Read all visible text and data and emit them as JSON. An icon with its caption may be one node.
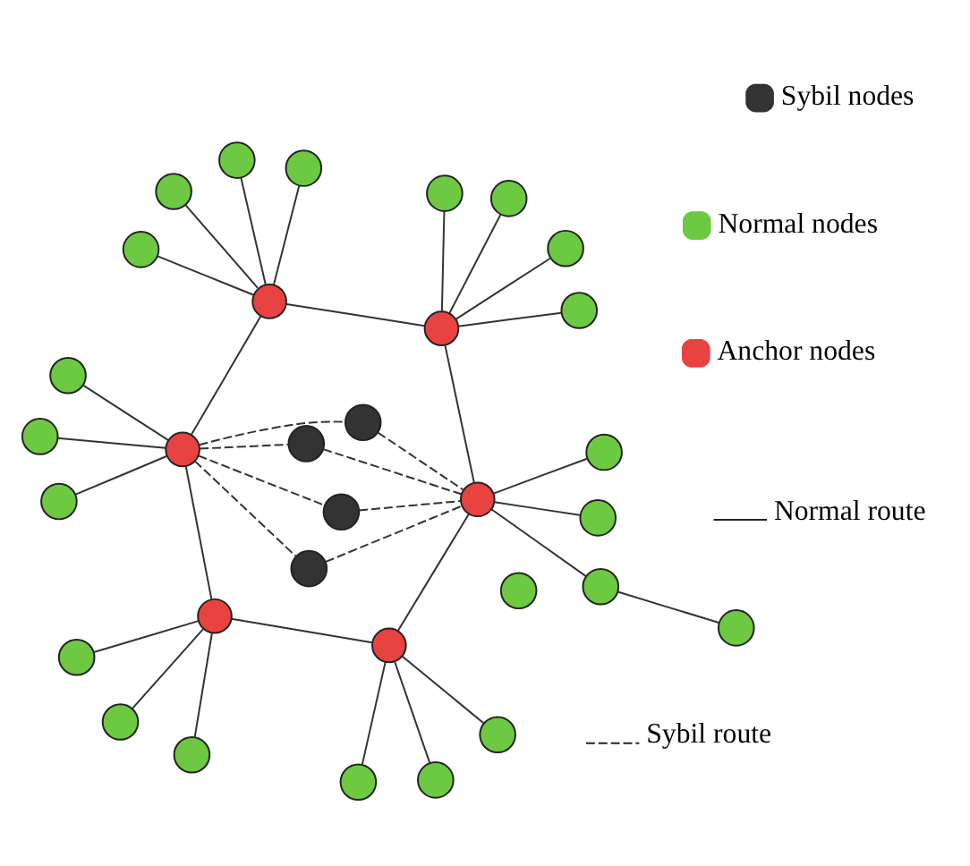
{
  "diagram": {
    "nodes": [
      {
        "text": [],
        "shape": "circle"
      },
      {
        "text": [],
        "shape": "circle"
      },
      {
        "text": [],
        "shape": "circle"
      },
      {
        "text": [],
        "shape": "circle"
      },
      {
        "text": [],
        "shape": "circle"
      },
      {
        "text": [],
        "shape": "circle"
      },
      {
        "text": [],
        "shape": "circle"
      },
      {
        "text": [],
        "shape": "circle"
      },
      {
        "text": [],
        "shape": "circle"
      },
      {
        "text": [],
        "shape": "circle"
      },
      {
        "text": [],
        "shape": "circle"
      },
      {
        "text": [],
        "shape": "circle"
      },
      {
        "text": [],
        "shape": "circle"
      },
      {
        "text": [],
        "shape": "circle"
      },
      {
        "text": [],
        "shape": "circle"
      },
      {
        "text": [],
        "shape": "circle"
      },
      {
        "text": [],
        "shape": "circle"
      },
      {
        "text": [],
        "shape": "circle"
      },
      {
        "text": [],
        "shape": "circle"
      },
      {
        "text": [],
        "shape": "circle"
      },
      {
        "text": [],
        "shape": "circle"
      },
      {
        "text": [],
        "shape": "circle"
      },
      {
        "text": [],
        "shape": "circle"
      },
      {
        "text": [],
        "shape": "circle"
      },
      {
        "text": [],
        "shape": "circle"
      },
      {
        "text": [],
        "shape": "circle"
      },
      {
        "text": [],
        "shape": "circle"
      },
      {
        "text": [],
        "shape": "circle"
      },
      {
        "text": [],
        "shape": "circle"
      },
      {
        "text": [],
        "shape": "circle"
      },
      {
        "text": [],
        "shape": "circle"
      },
      {
        "text": [],
        "shape": "circle"
      }
    ],
    "edges": [
      {
        "from": 6,
        "to": 1,
        "arrow": "none"
      },
      {
        "from": 6,
        "to": 2,
        "arrow": "none"
      },
      {
        "from": 6,
        "to": 3,
        "arrow": "none"
      },
      {
        "from": 6,
        "to": 5,
        "arrow": "none"
      },
      {
        "from": 6,
        "to": 13,
        "arrow": "none"
      },
      {
        "from": 13,
        "to": 9,
        "arrow": "none"
      },
      {
        "from": 13,
        "to": 16,
        "arrow": "none"
      },
      {
        "from": 13,
        "to": 20,
        "arrow": "none"
      },
      {
        "from": 13,
        "to": 24,
        "arrow": "none"
      },
      {
        "from": 13,
        "to": 10,
        "arrow": "none",
        "style": "dashed"
      },
      {
        "from": 13,
        "to": 15,
        "arrow": "none",
        "style": "dashed"
      },
      {
        "from": 13,
        "to": 18,
        "arrow": "none",
        "style": "dashed"
      },
      {
        "from": 13,
        "to": 23,
        "arrow": "none",
        "style": "dashed"
      },
      {
        "from": 24,
        "to": 22,
        "arrow": "none"
      },
      {
        "from": 24,
        "to": 28,
        "arrow": "none"
      },
      {
        "from": 24,
        "to": 30,
        "arrow": "none"
      },
      {
        "from": 24,
        "to": 29,
        "arrow": "none"
      },
      {
        "from": 24,
        "to": 25,
        "arrow": "none"
      },
      {
        "from": 5,
        "to": 0,
        "arrow": "none"
      },
      {
        "from": 5,
        "to": 4,
        "arrow": "none"
      },
      {
        "from": 5,
        "to": 8,
        "arrow": "none"
      },
      {
        "from": 5,
        "to": 12,
        "arrow": "none"
      },
      {
        "from": 10,
        "to": 12,
        "arrow": "none",
        "style": "dashed"
      },
      {
        "from": 15,
        "to": 12,
        "arrow": "none",
        "style": "dashed"
      },
      {
        "from": 18,
        "to": 12,
        "arrow": "none",
        "style": "dashed"
      },
      {
        "from": 23,
        "to": 12,
        "arrow": "none",
        "style": "dashed"
      },
      {
        "from": 12,
        "to": 11,
        "arrow": "none"
      },
      {
        "from": 12,
        "to": 14,
        "arrow": "none"
      },
      {
        "from": 12,
        "to": 17,
        "arrow": "none"
      },
      {
        "from": 17,
        "to": 19,
        "arrow": "none"
      },
      {
        "from": 12,
        "to": 25,
        "arrow": "none"
      },
      {
        "from": 25,
        "to": 21,
        "arrow": "none"
      },
      {
        "from": 25,
        "to": 26,
        "arrow": "none"
      },
      {
        "from": 25,
        "to": 27,
        "arrow": "none"
      },
      {
        "from": 25,
        "to": 31,
        "arrow": "none"
      }
    ],
    "legend": [
      {
        "text": "Sybil nodes",
        "color": "#333333"
      },
      {
        "text": "Anchor nodes",
        "color": "#e84340"
      },
      {
        "text": "Normal nodes",
        "color": "#6dc942"
      },
      {
        "text": "Normal route"
      },
      {
        "text": "Sybil route"
      }
    ]
  }
}
